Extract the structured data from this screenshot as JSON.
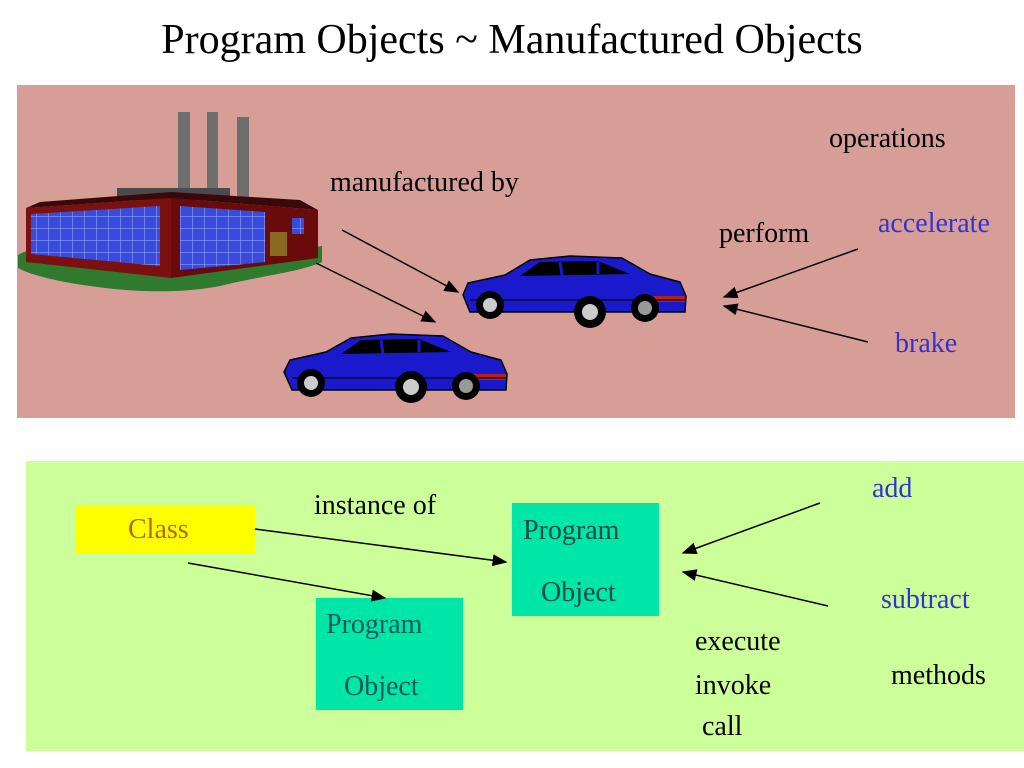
{
  "title": "Program Objects ~ Manufactured Objects",
  "top": {
    "manufactured_by": "manufactured by",
    "perform": "perform",
    "operations": "operations",
    "accelerate": "accelerate",
    "brake": "brake"
  },
  "bottom": {
    "class": "Class",
    "instance_of": "instance of",
    "object1_line1": "Program",
    "object1_line2": "Object",
    "object2_line1": "Program",
    "object2_line2": "Object",
    "add": "add",
    "subtract": "subtract",
    "execute": "execute",
    "invoke": "invoke",
    "call": "call",
    "methods": "methods"
  },
  "colors": {
    "top_panel": "#d79e98",
    "bottom_panel": "#ccff99",
    "method_text": "#3333cc",
    "class_box": "#ffff00",
    "class_text": "#b36b00",
    "object_box": "#00e6a8"
  }
}
